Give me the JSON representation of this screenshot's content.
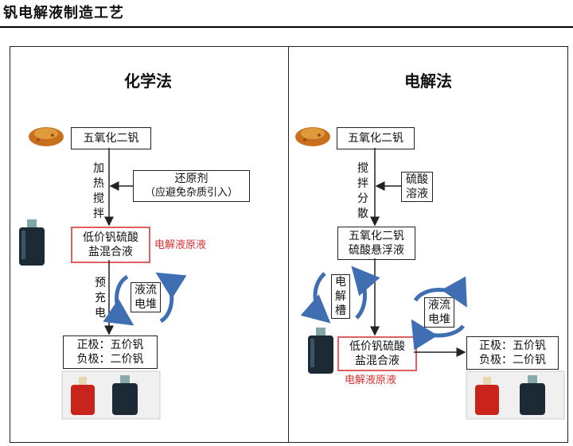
{
  "title": "钒电解液制造工艺",
  "left": {
    "heading": "化学法",
    "box1": "五氧化二钒",
    "step1": [
      "加",
      "热",
      "搅",
      "拌"
    ],
    "reducer": [
      "还原剂",
      "（应避免杂质引入）"
    ],
    "mix": [
      "低价钒硫酸",
      "盐混合液"
    ],
    "raw_label": "电解液原液",
    "step2": [
      "预",
      "充",
      "电"
    ],
    "flow_battery": [
      "液流",
      "电堆"
    ],
    "result": [
      "正极：五价钒",
      "负极：二价钒"
    ]
  },
  "right": {
    "heading": "电解法",
    "box1": "五氧化二钒",
    "step1": [
      "搅",
      "拌",
      "分",
      "散"
    ],
    "acid": [
      "硫酸",
      "溶液"
    ],
    "suspension": [
      "五氧化二钒",
      "硫酸悬浮液"
    ],
    "cell": [
      "电",
      "解",
      "槽"
    ],
    "flow_battery": [
      "液流",
      "电堆"
    ],
    "mix": [
      "低价钒硫酸",
      "盐混合液"
    ],
    "raw_label": "电解液原液",
    "result": [
      "正极：五价钒",
      "负极：二价钒"
    ]
  },
  "colors": {
    "highlight": "#d93030",
    "cycle_arrow": "#3f6fb2",
    "powder": "#c8701e",
    "dark_liquid": "#1c2a36",
    "red_liquid": "#c8241c"
  }
}
